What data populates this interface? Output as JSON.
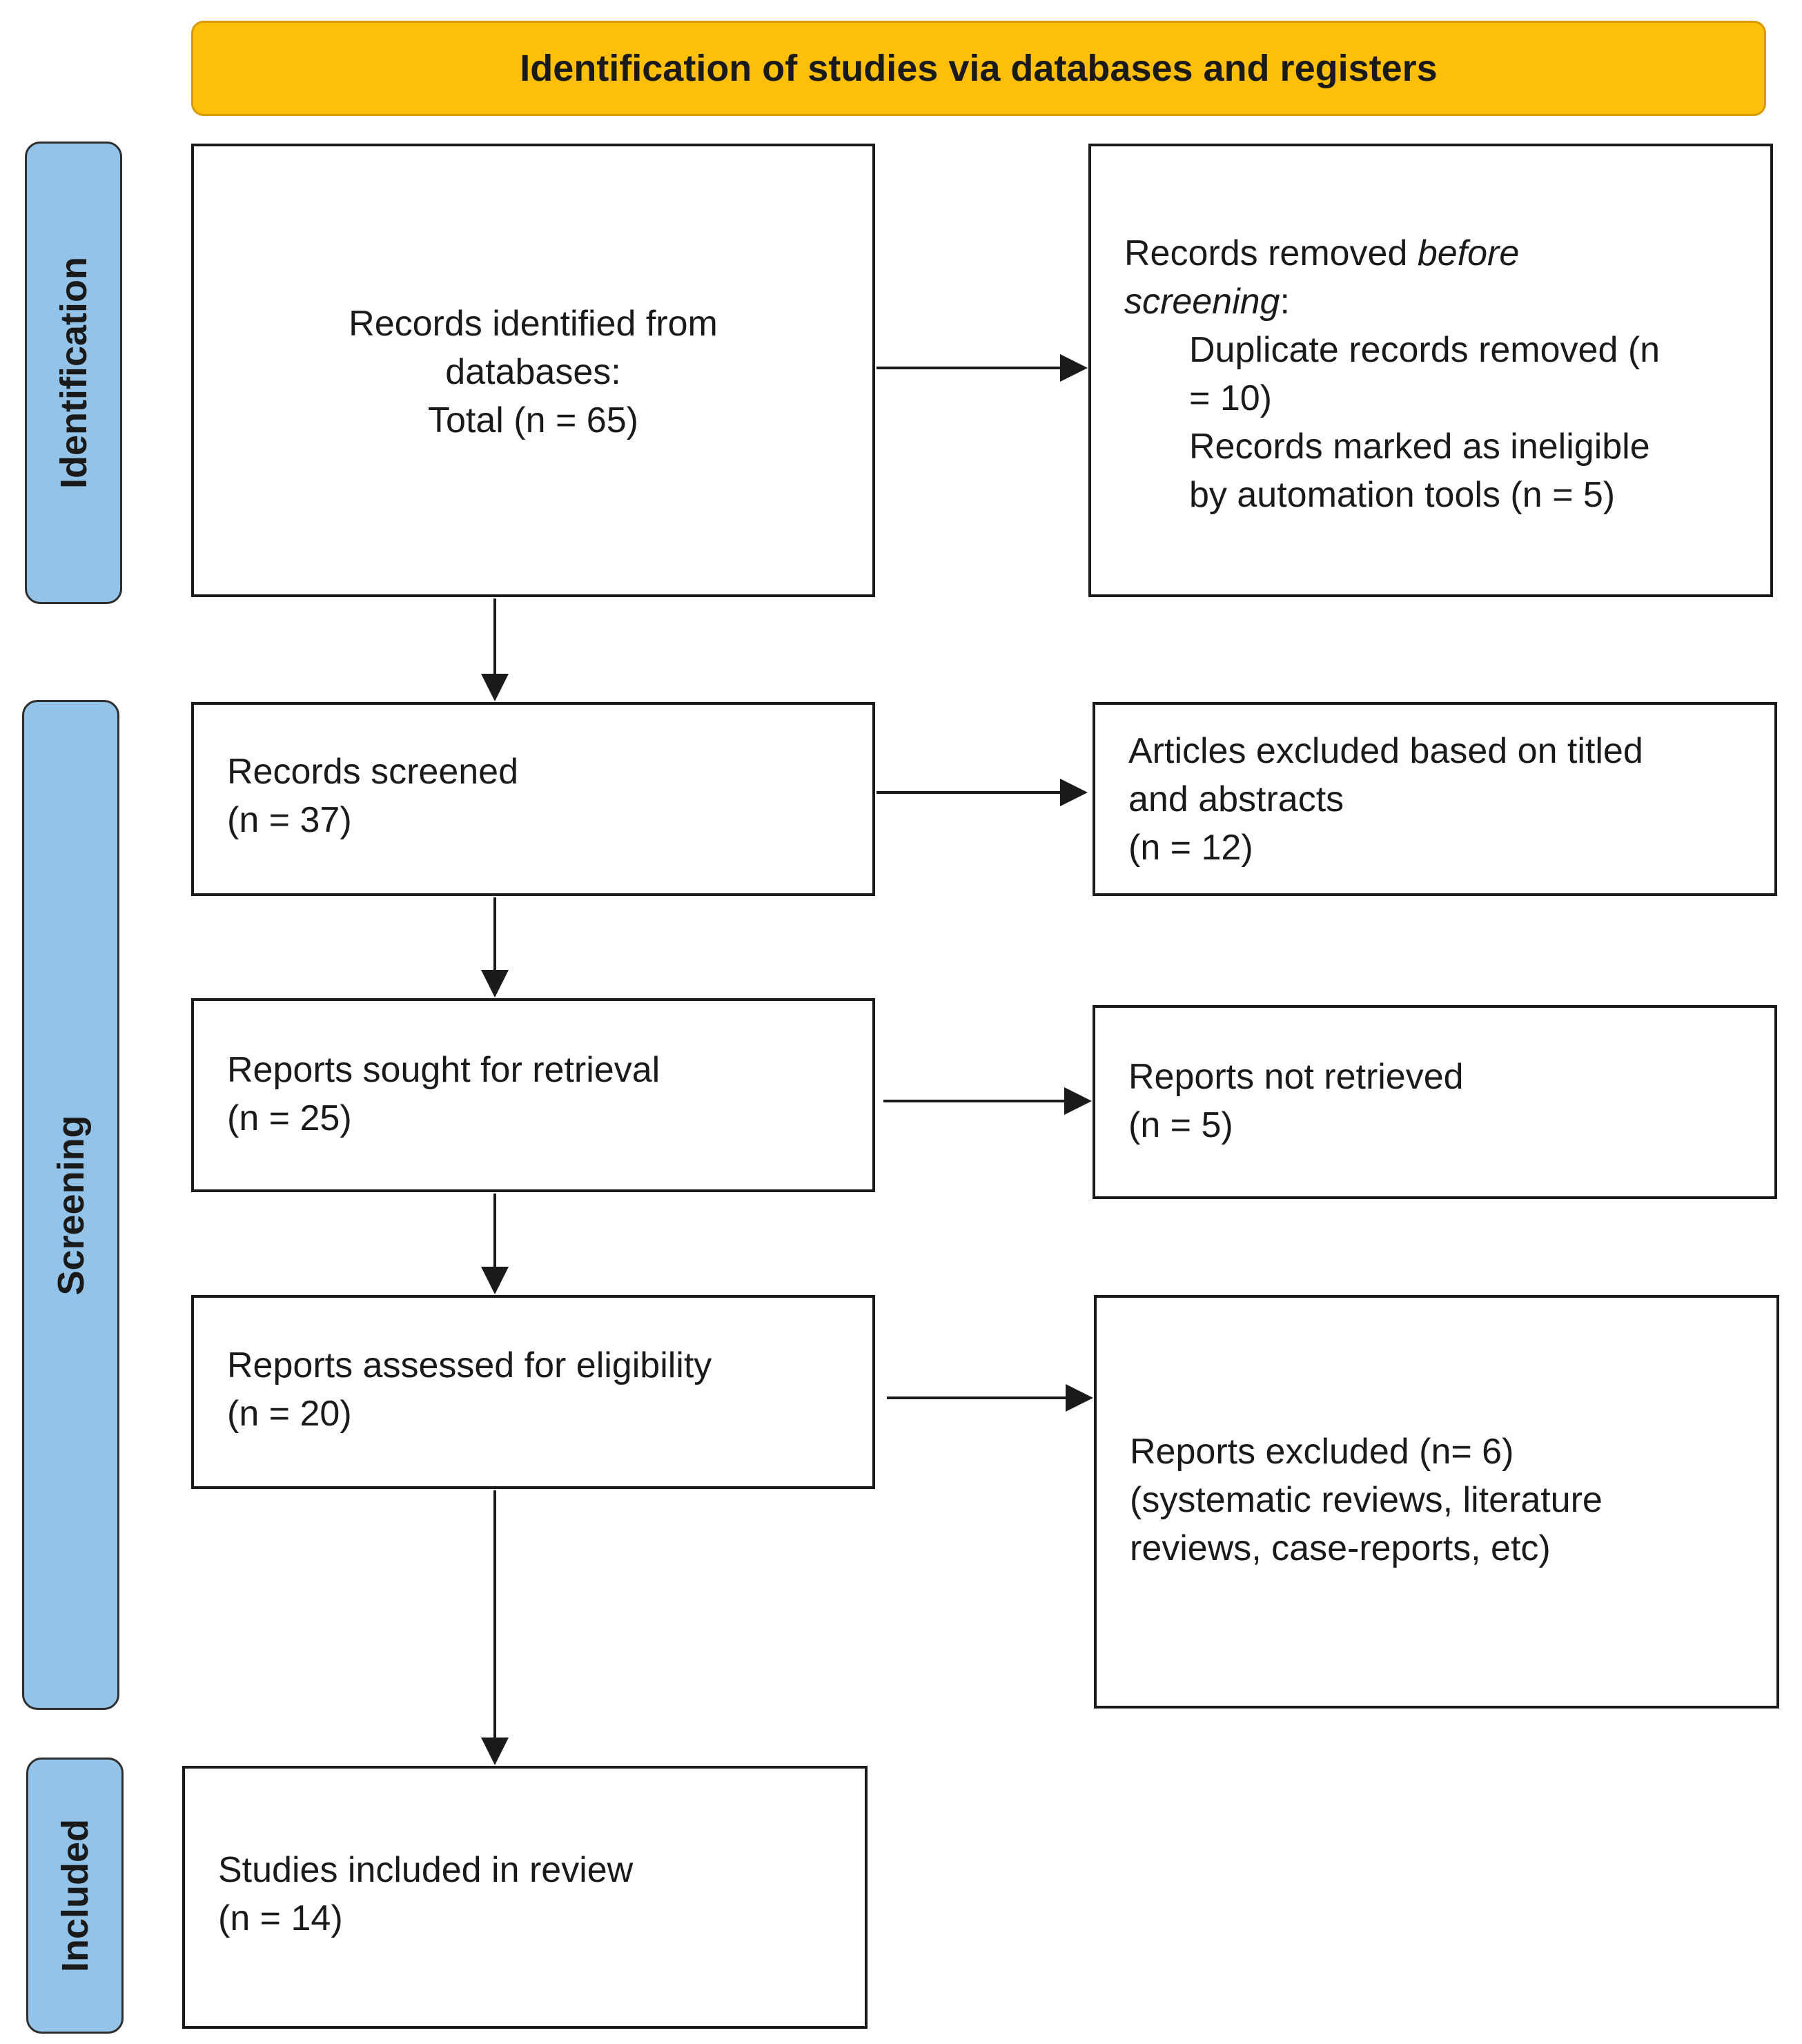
{
  "header": {
    "title": "Identification of studies via databases and registers"
  },
  "phases": {
    "identification": "Identification",
    "screening": "Screening",
    "included": "Included"
  },
  "boxes": {
    "identified": {
      "lines": [
        "Records identified from",
        "databases:",
        "Total (n = 65)"
      ]
    },
    "removed": {
      "heading": "Records removed ",
      "heading_italic": "before",
      "heading_italic_2": "screening",
      "heading_colon": ":",
      "lines": [
        "Duplicate records removed (n",
        "= 10)",
        "Records marked as ineligible",
        "by automation tools (n = 5)"
      ]
    },
    "screened": {
      "lines": [
        "Records screened",
        "(n = 37)"
      ]
    },
    "excluded_titles": {
      "lines": [
        "Articles excluded based on titled",
        "and abstracts",
        "(n = 12)"
      ]
    },
    "sought": {
      "lines": [
        "Reports sought for retrieval",
        "(n = 25)"
      ]
    },
    "not_retrieved": {
      "lines": [
        "Reports not retrieved",
        "(n = 5)"
      ]
    },
    "assessed": {
      "lines": [
        "Reports assessed for eligibility",
        "(n = 20)"
      ]
    },
    "reports_excluded": {
      "lines": [
        "Reports excluded (n= 6)",
        "(systematic reviews, literature",
        "reviews, case-reports, etc)"
      ]
    },
    "included": {
      "lines": [
        "Studies included in review",
        "(n = 14)"
      ]
    }
  },
  "colors": {
    "banner": "#fdbf0a",
    "phase": "#93c3e8",
    "stroke": "#1a1a1a"
  }
}
